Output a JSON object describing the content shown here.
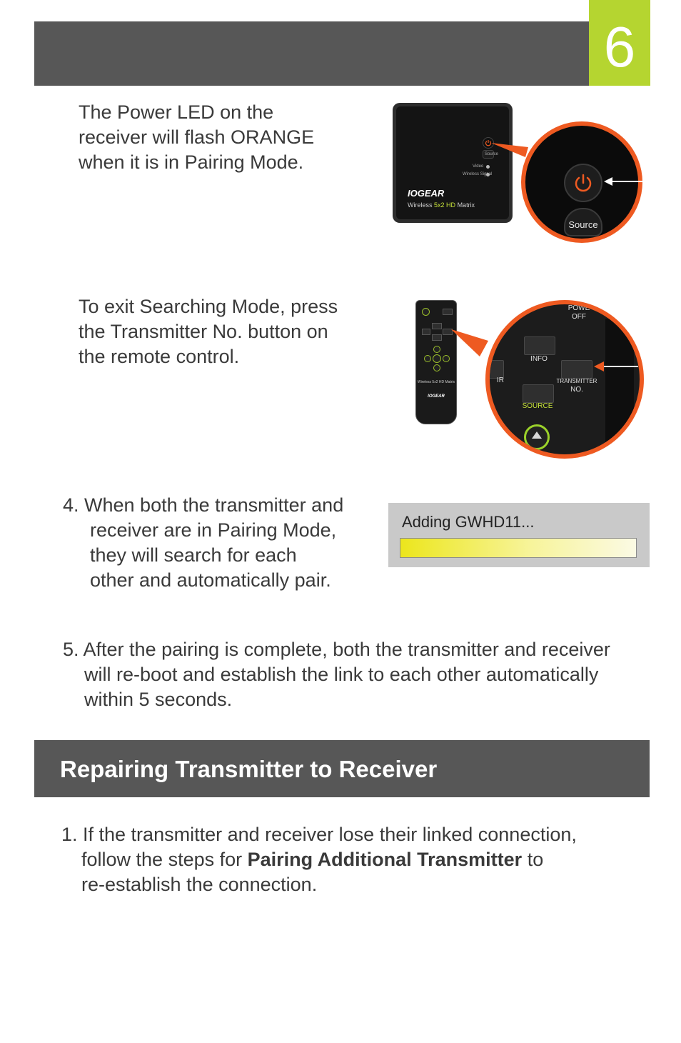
{
  "page": {
    "number": "6"
  },
  "step_receiver_led": {
    "lines": [
      "The Power LED on the",
      "receiver will flash ORANGE",
      "when it is in Pairing Mode."
    ]
  },
  "receiver_image": {
    "small_labels": [
      "Source",
      "Video",
      "Wireless Signal"
    ],
    "brand": "IOGEAR",
    "title_prefix": "Wireless",
    "title_highlight": "5x2 HD",
    "title_suffix": "Matrix",
    "zoom_source_label": "Source"
  },
  "step_exit_search": {
    "lines": [
      "To exit Searching Mode, press",
      "the Transmitter No. button on",
      "the remote control."
    ]
  },
  "remote_image": {
    "brand": "IOGEAR",
    "title": "Wireless 5x2 HD Matrix",
    "zoom_labels": {
      "power_off_top": "POWE",
      "power_off_bottom": "OFF",
      "info": "INFO",
      "ir": "IR",
      "transmitter_top": "TRANSMITTER",
      "transmitter_bottom": "NO.",
      "source": "SOURCE"
    }
  },
  "step_4": {
    "lines": [
      "4. When both the transmitter and",
      "receiver are in Pairing Mode,",
      "they will search for each",
      "other and automatically pair."
    ]
  },
  "progress": {
    "text": "Adding GWHD11...",
    "fraction": 1.0
  },
  "step_5": {
    "lines": [
      "5. After the pairing is complete, both the transmitter and receiver",
      "will re-boot and establish the link to each other automatically",
      "within 5 seconds."
    ]
  },
  "section": {
    "title": "Repairing Transmitter to Receiver"
  },
  "repair_step_1": {
    "line1": "1. If the transmitter and receiver lose their linked connection,",
    "line2_prefix": "follow the steps for ",
    "line2_bold": "Pairing Additional Transmitter",
    "line2_suffix": " to",
    "line3": "re-establish the connection."
  },
  "colors": {
    "header_gray": "#575757",
    "page_accent": "#b5d530",
    "callout_orange": "#ee5a21"
  }
}
